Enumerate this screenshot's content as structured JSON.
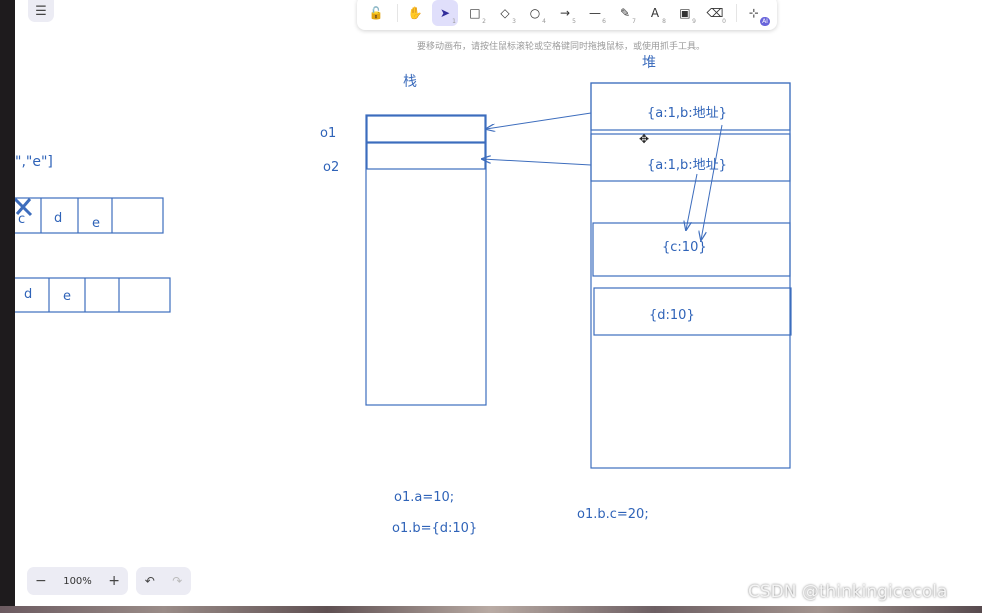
{
  "toolbar": {
    "tools": [
      {
        "name": "lock",
        "glyph": "🔓",
        "num": ""
      },
      {
        "name": "hand",
        "glyph": "✋",
        "num": ""
      },
      {
        "name": "select",
        "glyph": "➤",
        "num": "1"
      },
      {
        "name": "rectangle",
        "glyph": "□",
        "num": "2"
      },
      {
        "name": "diamond",
        "glyph": "◇",
        "num": "3"
      },
      {
        "name": "ellipse",
        "glyph": "○",
        "num": "4"
      },
      {
        "name": "arrow",
        "glyph": "→",
        "num": "5"
      },
      {
        "name": "line",
        "glyph": "—",
        "num": "6"
      },
      {
        "name": "pencil",
        "glyph": "✎",
        "num": "7"
      },
      {
        "name": "text",
        "glyph": "A",
        "num": "8"
      },
      {
        "name": "image",
        "glyph": "▣",
        "num": "9"
      },
      {
        "name": "eraser",
        "glyph": "⌫",
        "num": "0"
      },
      {
        "name": "more",
        "glyph": "⊹",
        "num": "AI"
      }
    ]
  },
  "hint_text": "要移动画布，请按住鼠标滚轮或空格键同时拖拽鼠标，或使用抓手工具。",
  "menu_icon": "☰",
  "canvas": {
    "stack_label": "栈",
    "heap_label": "堆",
    "o1_label": "o1",
    "o2_label": "o2",
    "heap_obj1": "{a:1,b:地址}",
    "heap_obj2": "{a:1,b:地址}",
    "heap_obj3": "{c:10}",
    "heap_obj4": "{d:10}",
    "left_fragment": "\",\"e\"]",
    "row1": [
      "c",
      "d",
      "e",
      ""
    ],
    "row2": [
      "d",
      "e",
      "",
      ""
    ],
    "code1": "o1.a=10;",
    "code2": "o1.b={d:10}",
    "code3": "o1.b.c=20;"
  },
  "zoom": {
    "minus": "−",
    "level": "100%",
    "plus": "+"
  },
  "history": {
    "undo": "↶",
    "redo": "↷"
  },
  "watermark": "CSDN @thinkingicecola",
  "colors": {
    "sketch_blue": "#2f63b8",
    "toolbar_active": "#e0dffb"
  }
}
